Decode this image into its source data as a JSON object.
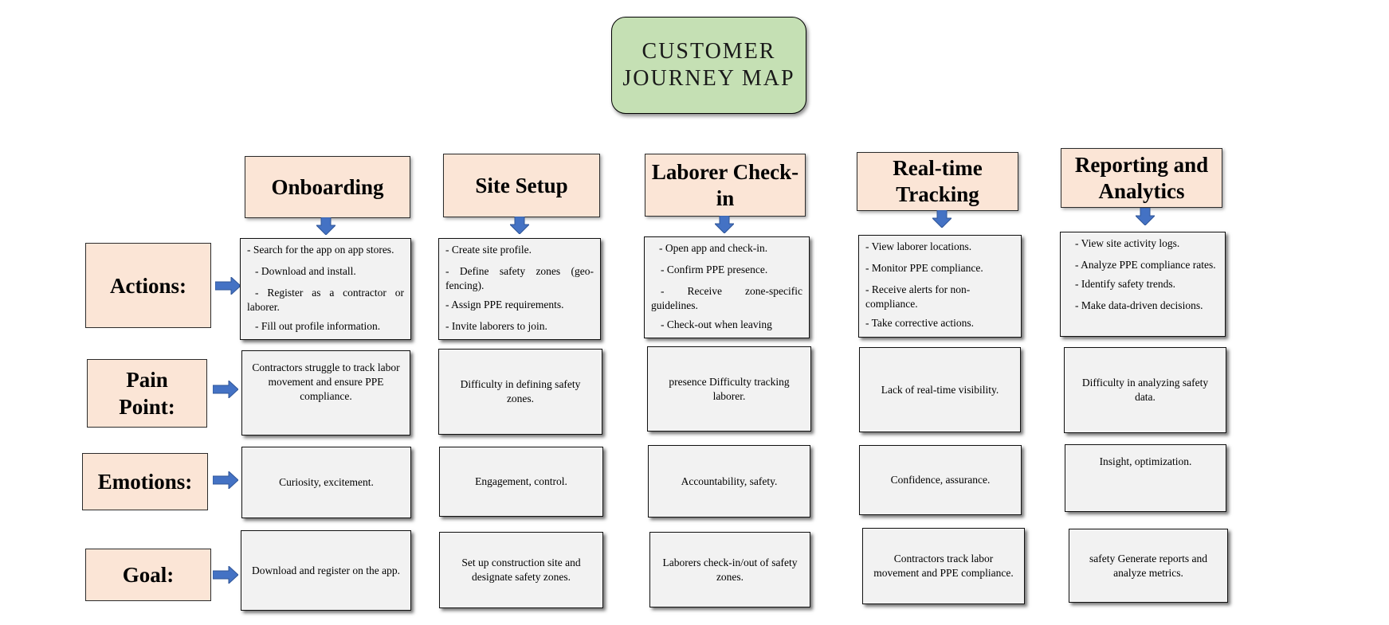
{
  "title": {
    "line1": "CUSTOMER",
    "line2": "JOURNEY MAP"
  },
  "stages": [
    "Onboarding",
    "Site Setup",
    "Laborer Check-in",
    "Real-time Tracking",
    "Reporting and Analytics"
  ],
  "rows": [
    "Actions:",
    "Pain Point:",
    "Emotions:",
    "Goal:"
  ],
  "actions": [
    [
      "- Search for the app on app stores.",
      "- Download and install.",
      "- Register as a contractor or laborer.",
      "- Fill out profile information."
    ],
    [
      "- Create site profile.",
      "- Define safety zones (geo-fencing).",
      "- Assign PPE requirements.",
      "- Invite laborers to join."
    ],
    [
      "- Open app and check-in.",
      "- Confirm PPE presence.",
      "- Receive zone-specific guidelines.",
      "- Check-out when leaving"
    ],
    [
      "- View laborer locations.",
      "- Monitor PPE compliance.",
      "- Receive alerts for non-compliance.",
      "- Take corrective actions."
    ],
    [
      "- View site activity logs.",
      "- Analyze PPE compliance rates.",
      "- Identify safety trends.",
      "- Make data-driven decisions."
    ]
  ],
  "pain_points": [
    "Contractors struggle to track labor movement and ensure PPE compliance.",
    "Difficulty in defining safety zones.",
    "presence Difficulty tracking laborer.",
    "Lack of real-time visibility.",
    "Difficulty in analyzing safety data."
  ],
  "emotions": [
    "Curiosity, excitement.",
    "Engagement, control.",
    "Accountability, safety.",
    "Confidence, assurance.",
    "Insight, optimization."
  ],
  "goals": [
    "Download and register on the app.",
    "Set up construction site and designate safety zones.",
    "Laborers check-in/out of safety zones.",
    "Contractors track labor movement and PPE compliance.",
    "safety Generate reports and analyze metrics."
  ],
  "colors": {
    "title_fill": "#c5e0b4",
    "header_fill": "#fbe5d6",
    "cell_fill": "#f2f2f2",
    "arrow_fill": "#4472c4"
  },
  "icons": {
    "down": "arrow-down-icon",
    "right": "arrow-right-icon"
  }
}
